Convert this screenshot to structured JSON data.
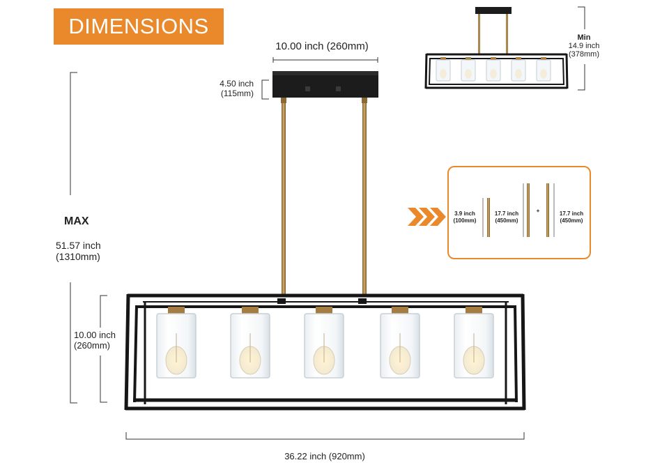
{
  "banner": {
    "title": "DIMENSIONS",
    "color": "#e9892b"
  },
  "dimensions": {
    "canopy_width": "10.00 inch (260mm)",
    "canopy_drop_in": "4.50 inch",
    "canopy_drop_mm": "(115mm)",
    "max_label": "MAX",
    "max_height_in": "51.57 inch",
    "max_height_mm": "(1310mm)",
    "frame_height_in": "10.00 inch",
    "frame_height_mm": "(260mm)",
    "frame_width": "36.22 inch (920mm)"
  },
  "min_view": {
    "label": "Min",
    "height_in": "14.9 inch",
    "height_mm": "(378mm)"
  },
  "rods_panel": {
    "arrow_color": "#e9892b",
    "rod1_in": "3.9 inch",
    "rod1_mm": "(100mm)",
    "rod2_in": "17.7 inch",
    "rod2_mm": "(450mm)",
    "plus": "+",
    "rod3_in": "17.7 inch",
    "rod3_mm": "(450mm)"
  },
  "colors": {
    "frame": "#161616",
    "brass": "#b08a4e",
    "accent": "#e9892b"
  }
}
